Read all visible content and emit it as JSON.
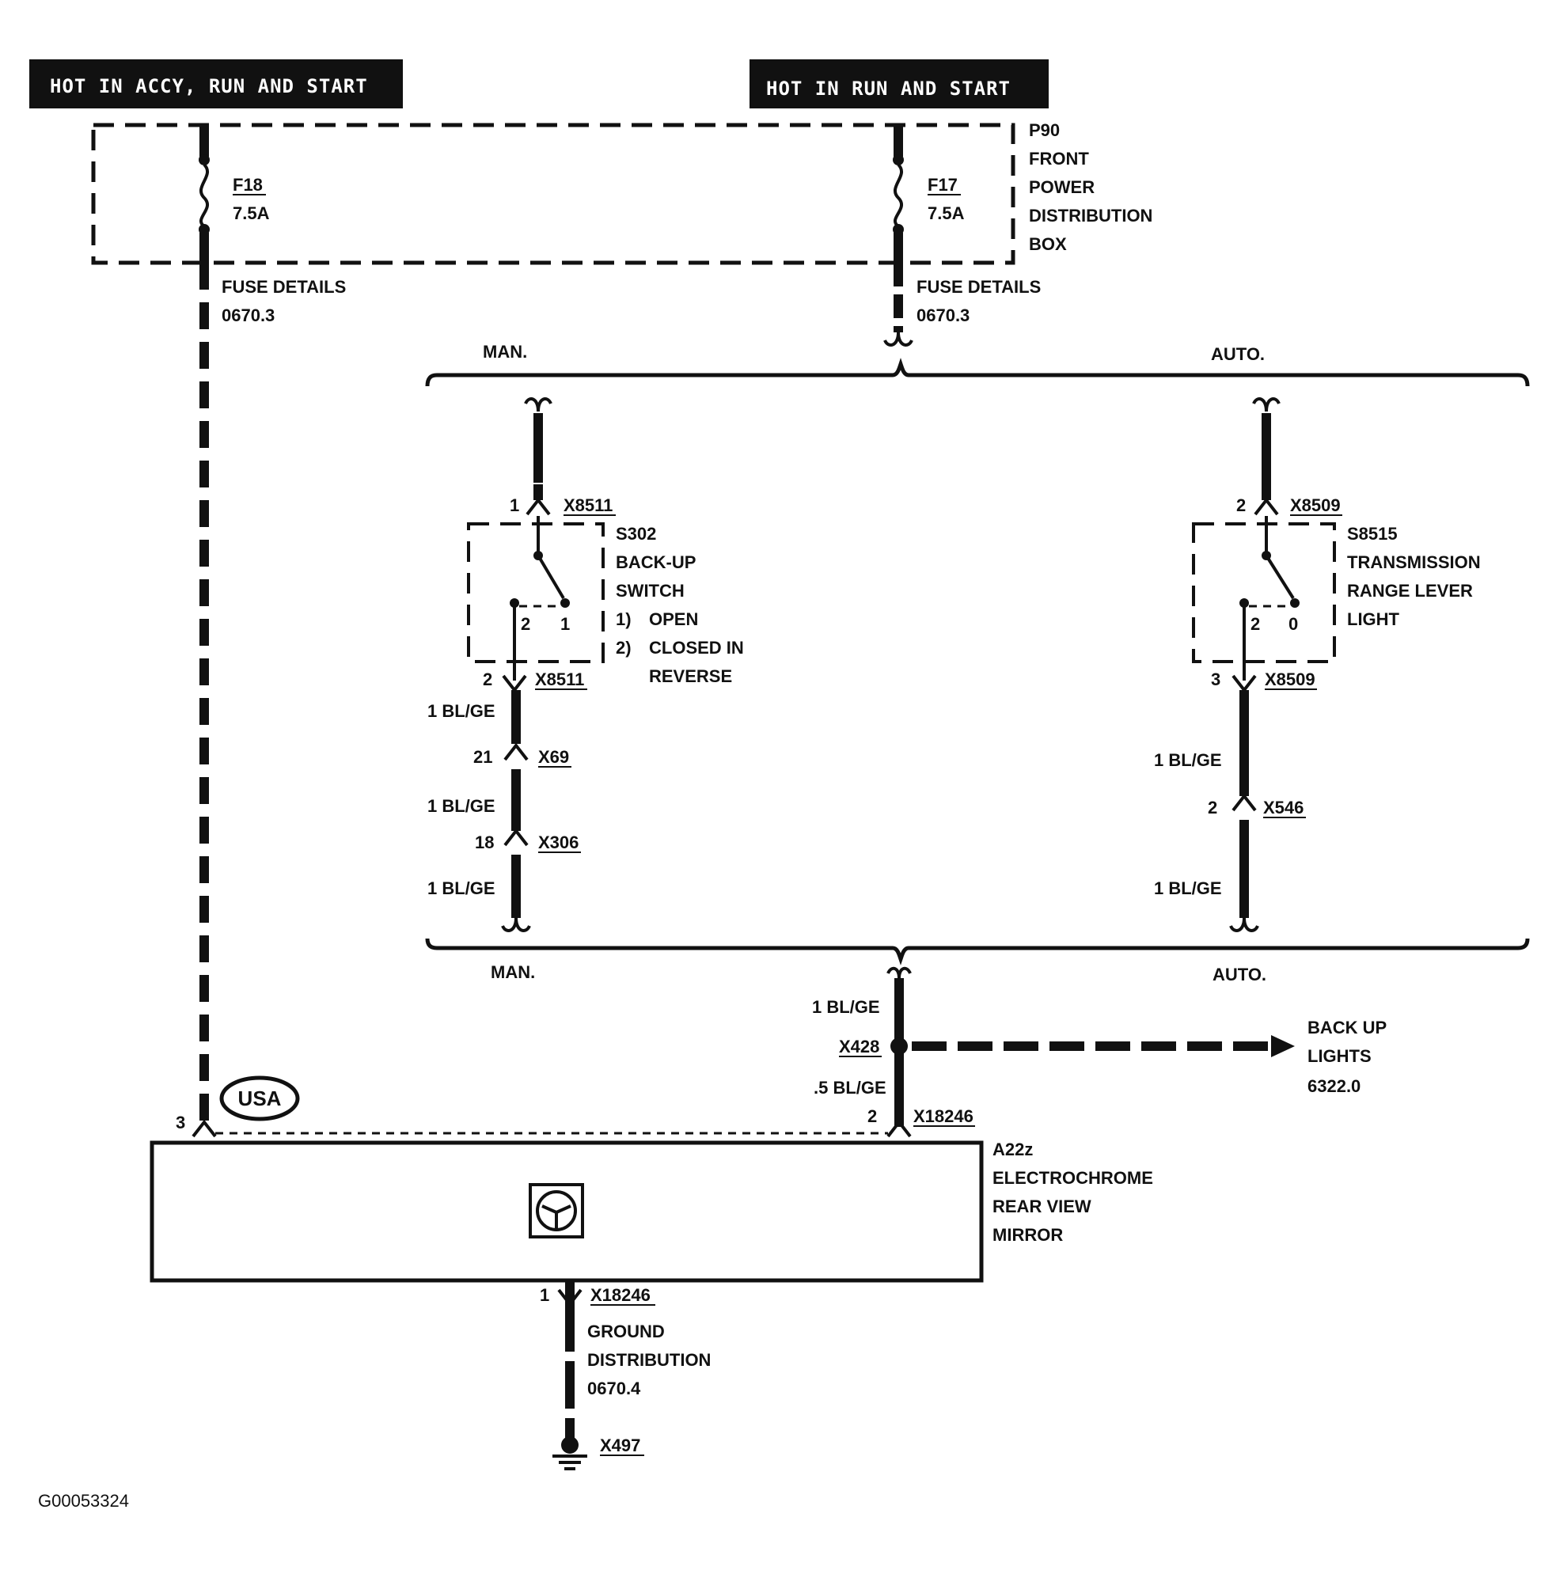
{
  "headers": {
    "left": "HOT IN ACCY, RUN AND  START",
    "right": "HOT IN RUN AND START"
  },
  "fuse_box": {
    "id": "P90",
    "line1": "FRONT",
    "line2": "POWER",
    "line3": "DISTRIBUTION",
    "line4": "BOX"
  },
  "fuses": [
    {
      "name": "F18",
      "rating": "7.5A",
      "details": "FUSE DETAILS",
      "ref": "0670.3"
    },
    {
      "name": "F17",
      "rating": "7.5A",
      "details": "FUSE DETAILS",
      "ref": "0670.3"
    }
  ],
  "options": {
    "man": "MAN.",
    "auto": "AUTO."
  },
  "manual_branch": {
    "top_pin": "1",
    "top_connector": "X8511",
    "switch_id": "S302",
    "switch_line1": "BACK-UP",
    "switch_line2": "SWITCH",
    "state1_num": "1)",
    "state1": "OPEN",
    "state2_num": "2)",
    "state2": "CLOSED IN",
    "state2b": "REVERSE",
    "contact_left": "2",
    "contact_right": "1",
    "bottom_pin": "2",
    "bottom_connector": "X8511",
    "wire1": "1 BL/GE",
    "pin_a": "21",
    "connector_a": "X69",
    "wire2": "1 BL/GE",
    "pin_b": "18",
    "connector_b": "X306",
    "wire3": "1 BL/GE"
  },
  "auto_branch": {
    "top_pin": "2",
    "top_connector": "X8509",
    "switch_id": "S8515",
    "switch_line1": "TRANSMISSION",
    "switch_line2": "RANGE LEVER",
    "switch_line3": "LIGHT",
    "contact_left": "2",
    "contact_right": "0",
    "bottom_pin": "3",
    "bottom_connector": "X8509",
    "wire1": "1 BL/GE",
    "pin_a": "2",
    "connector_a": "X546",
    "wire2": "1 BL/GE"
  },
  "join": {
    "wire_top": "1 BL/GE",
    "splice": "X428",
    "wire_bottom": ".5 BL/GE",
    "backup_line1": "BACK UP",
    "backup_line2": "LIGHTS",
    "backup_ref": "6322.0"
  },
  "mirror": {
    "left_pin": "3",
    "usa_badge": "USA",
    "right_pin": "2",
    "right_connector": "X18246",
    "id": "A22z",
    "line1": "ELECTROCHROME",
    "line2": "REAR VIEW",
    "line3": "MIRROR",
    "ground_pin": "1",
    "ground_connector": "X18246"
  },
  "ground": {
    "line1": "GROUND",
    "line2": "DISTRIBUTION",
    "ref": "0670.4",
    "point": "X497"
  },
  "footer_code": "G00053324"
}
